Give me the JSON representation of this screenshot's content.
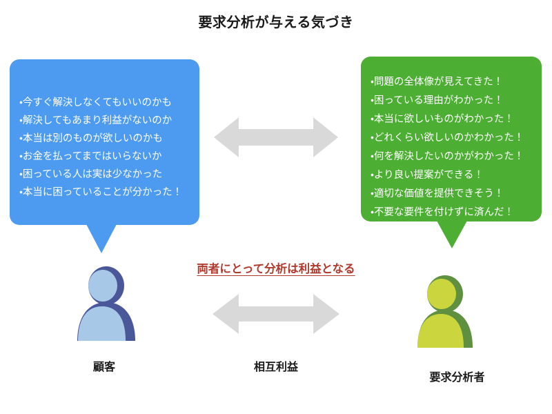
{
  "slide": {
    "title": "要求分析が与える気づき",
    "background_color": "#ffffff"
  },
  "colors": {
    "customer_bubble": "#4d9bf0",
    "analyst_bubble": "#4cae33",
    "arrow_gray": "#d9d9d9",
    "caption_red": "#b0392c",
    "customer_icon_outline": "#4a5899",
    "customer_icon_fill": "#a8c8e8",
    "analyst_icon_outline": "#5f9040",
    "analyst_icon_fill": "#cbd63f",
    "title_text": "#1a1a1a"
  },
  "customer_bubble": {
    "items": [
      "・今すぐ解決しなくてもいいのかも",
      "・解決してもあまり利益がないのか",
      "・本当は別のものが欲しいのかも",
      "・お金を払ってまではいらないか",
      "・困っている人は実は少なかった",
      "・本当に困っていることが分かった！"
    ]
  },
  "analyst_bubble": {
    "items": [
      "・問題の全体像が見えてきた！",
      "・困っている理由がわかった！",
      "・本当に欲しいものがわかった！",
      "・どれくらい欲しいのかわかった！",
      "・何を解決したいのかがわかった！",
      "・より良い提案ができる！",
      "・適切な価値を提供できそう！",
      "・不要な要件を付けずに済んだ！"
    ]
  },
  "figures": {
    "customer_label": "顧客",
    "analyst_label": "要求分析者"
  },
  "center": {
    "caption": "両者にとって分析は利益となる",
    "mutual_label": "相互利益"
  }
}
